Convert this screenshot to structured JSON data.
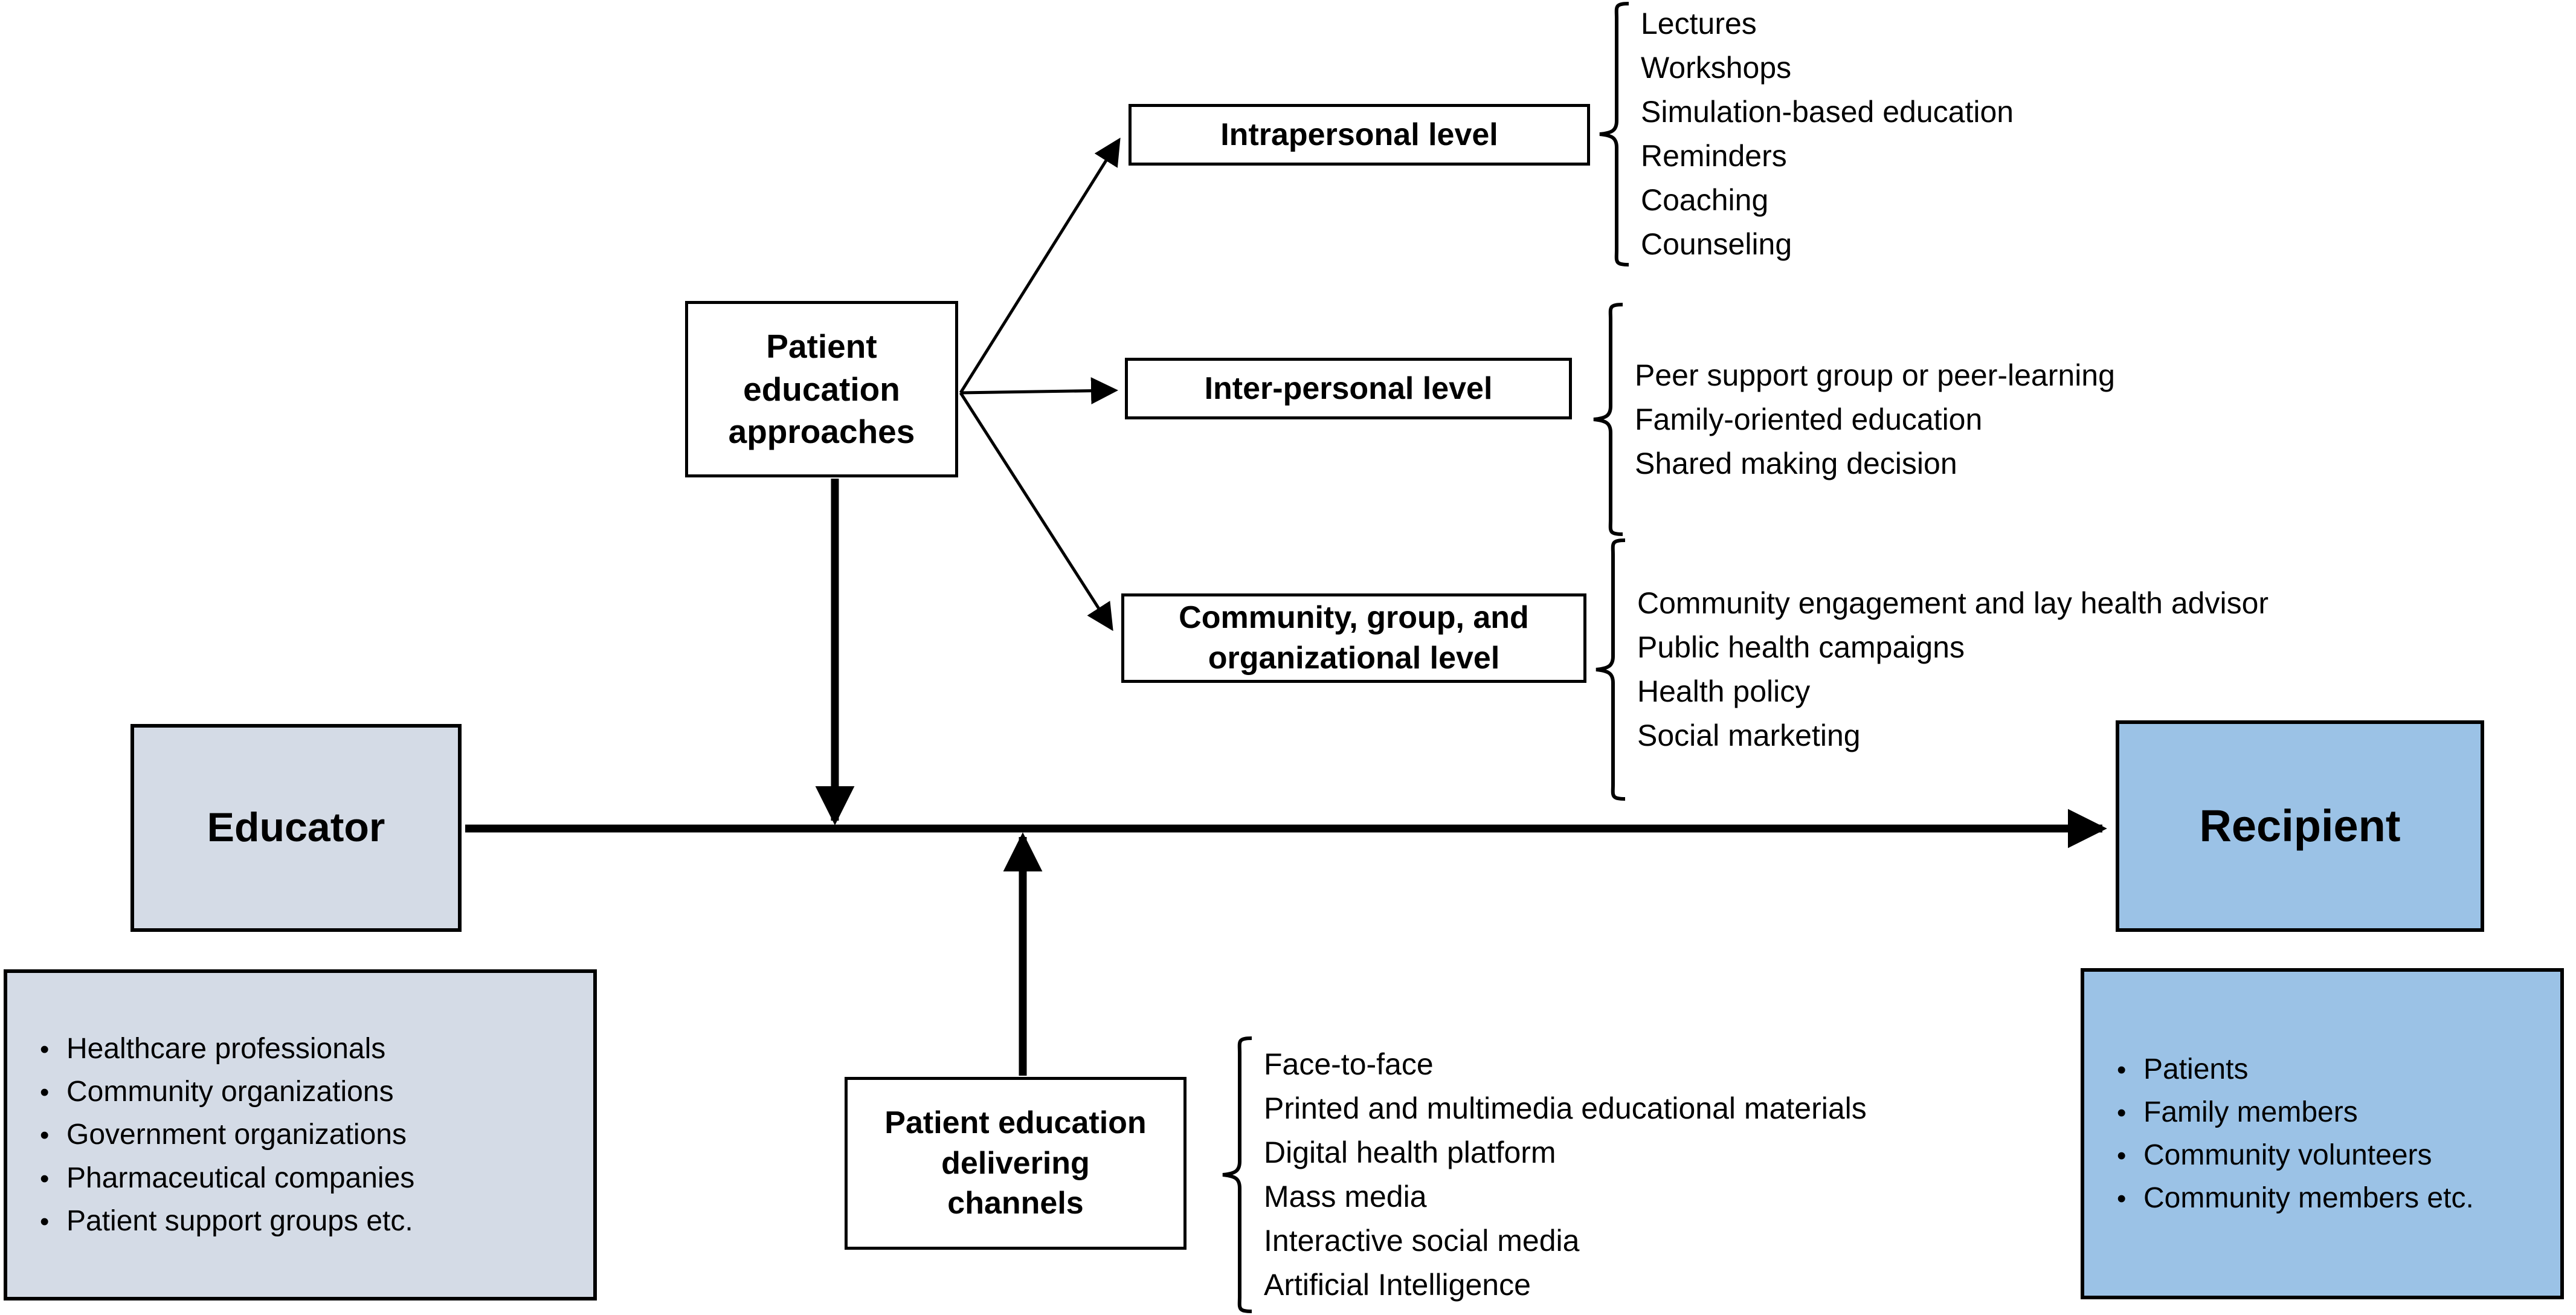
{
  "diagram": {
    "title": "Patient education approaches framework",
    "colors": {
      "educator_fill": "#d4dbe6",
      "recipient_fill": "#9bc2e6",
      "line": "#000000",
      "background": "#ffffff"
    }
  },
  "central": {
    "approaches_label": "Patient\neducation\napproaches"
  },
  "levels": [
    {
      "key": "intrapersonal",
      "label": "Intrapersonal level",
      "items": [
        "Lectures",
        "Workshops",
        "Simulation-based education",
        "Reminders",
        "Coaching",
        "Counseling"
      ]
    },
    {
      "key": "interpersonal",
      "label": "Inter-personal level",
      "items": [
        "Peer support group or peer-learning",
        "Family-oriented education",
        "Shared making decision"
      ]
    },
    {
      "key": "community",
      "label": "Community, group, and\norganizational level",
      "items": [
        "Community engagement and lay health advisor",
        "Public health campaigns",
        "Health policy",
        "Social marketing"
      ]
    }
  ],
  "channels": {
    "label": "Patient education\ndelivering\nchannels",
    "items": [
      "Face-to-face",
      "Printed and multimedia educational materials",
      "Digital health platform",
      "Mass media",
      "Interactive social media",
      "Artificial Intelligence"
    ]
  },
  "educator": {
    "label": "Educator",
    "bullet_char": "•",
    "items": [
      "Healthcare professionals",
      "Community organizations",
      "Government organizations",
      "Pharmaceutical companies",
      "Patient support groups etc."
    ]
  },
  "recipient": {
    "label": "Recipient",
    "bullet_char": "•",
    "items": [
      "Patients",
      "Family members",
      "Community volunteers",
      "Community members etc."
    ]
  }
}
